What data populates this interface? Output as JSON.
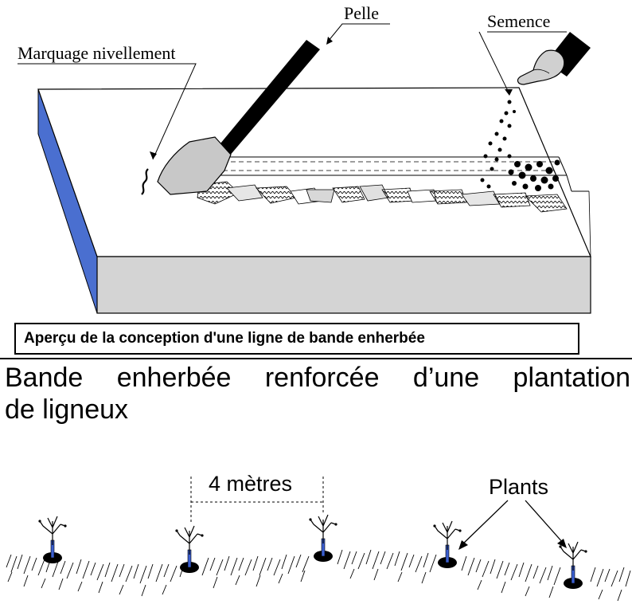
{
  "top_diagram": {
    "label_marking": "Marquage nivellement",
    "label_shovel": "Pelle",
    "label_seed": "Semence",
    "caption": "Aperçu de la conception d'une ligne de bande enherbée"
  },
  "heading": {
    "line1": "Bande enherbée renforcée d’une plantation",
    "line2": "de ligneux"
  },
  "bottom_diagram": {
    "label_spacing": "4 mètres",
    "label_plants": "Plants"
  },
  "colors": {
    "slab_side": "#4a6fd0",
    "slab_front": "#d4d4d4",
    "shovel_blade": "#c8c8c8",
    "plant_stake": "#3b5fd0"
  }
}
